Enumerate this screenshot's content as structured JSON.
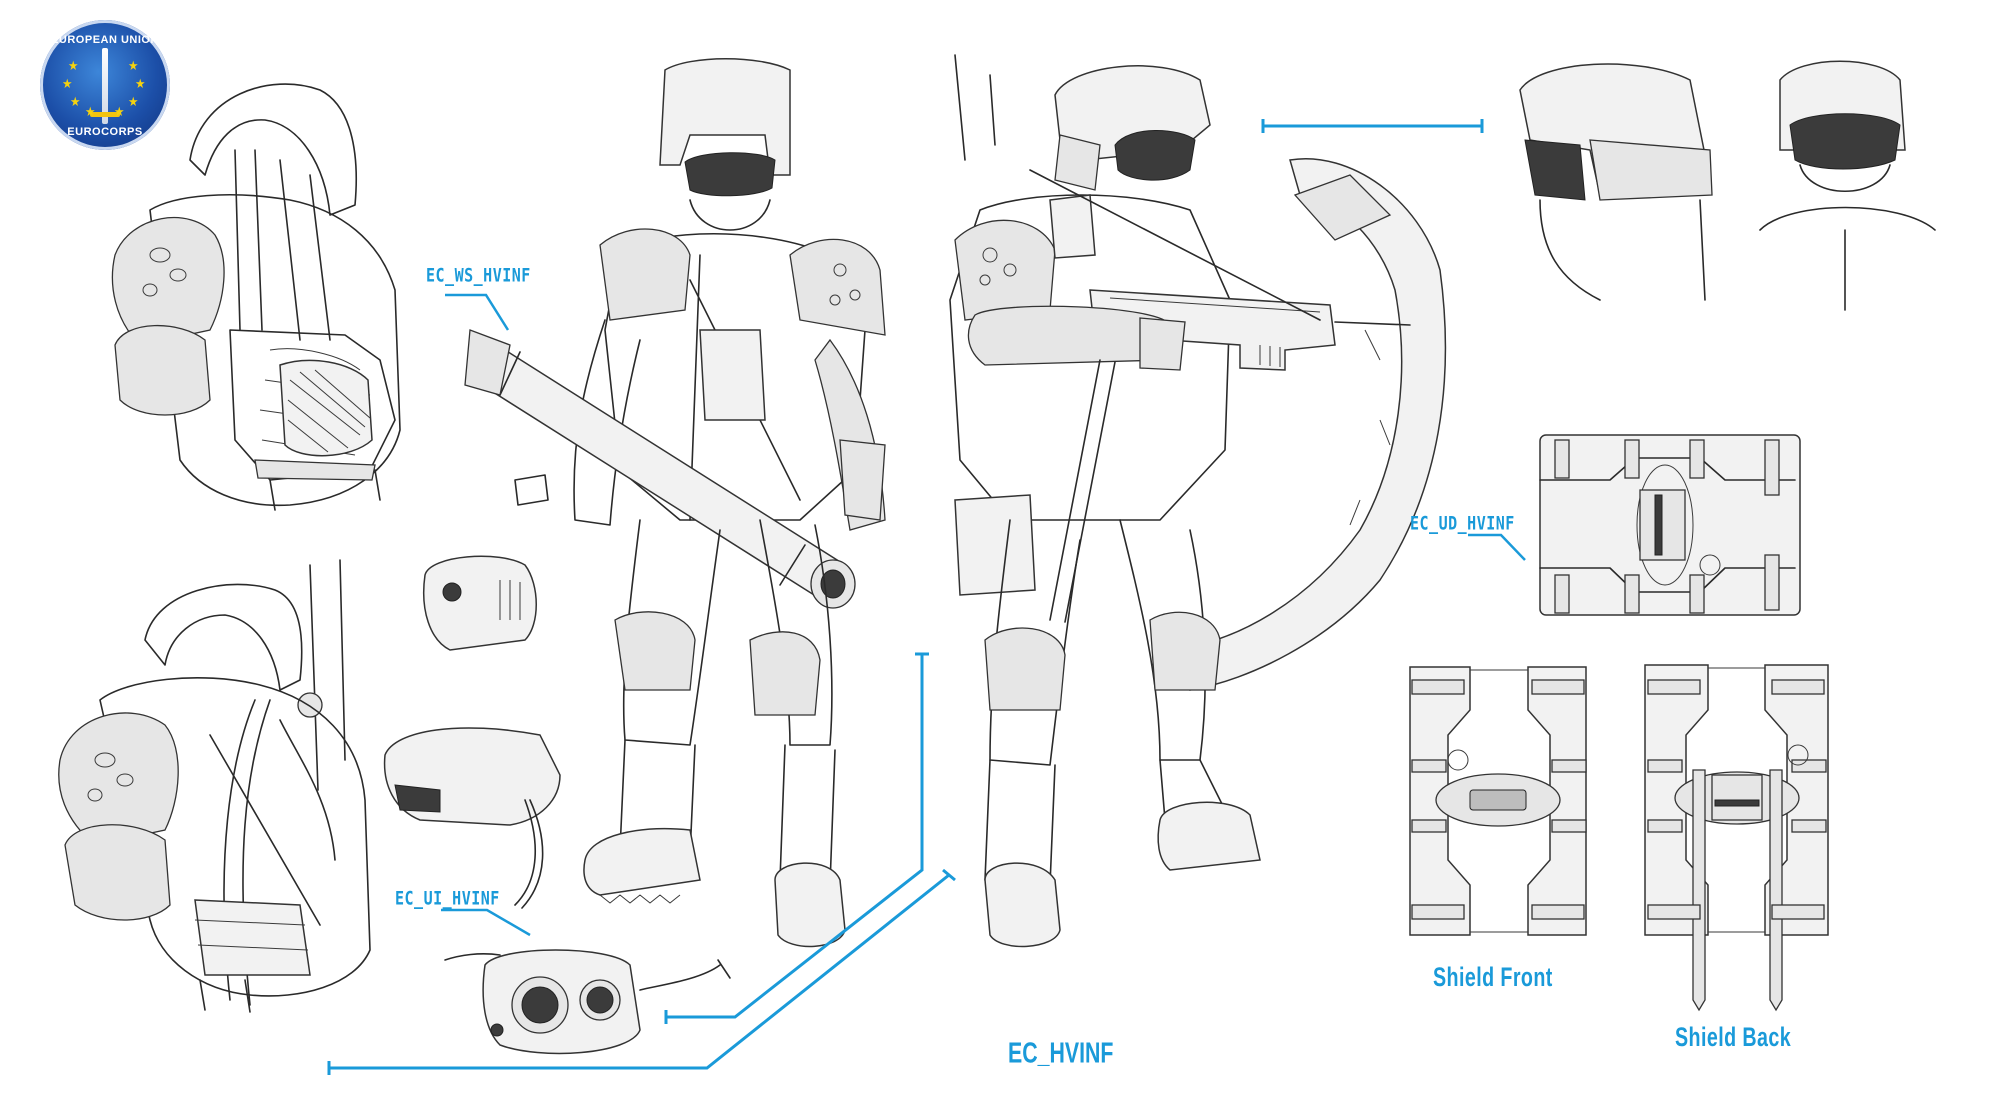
{
  "logo": {
    "top_text": "EUROPEAN UNION",
    "bottom_text": "EUROCORPS",
    "colors": {
      "disc": "#1c4fa8",
      "stars": "#f5d20f",
      "text": "#ffffff"
    }
  },
  "callout_color": "#1a9ad9",
  "labels": {
    "weapon_system": "EC_WS_HVINF",
    "user_interface": "EC_UI_HVINF",
    "unit_device": "EC_UD_HVINF",
    "main_unit": "EC_HVINF",
    "shield_front": "Shield Front",
    "shield_back": "Shield Back"
  },
  "figures": [
    {
      "id": "back-view-upper",
      "description": "Soldier back/shoulder armor detail"
    },
    {
      "id": "back-view-lower",
      "description": "Soldier back with antenna and cables"
    },
    {
      "id": "soldier-launcher",
      "description": "Soldier front view with tube launcher"
    },
    {
      "id": "soldier-rifle-shield",
      "description": "Soldier with rifle and curved shield"
    },
    {
      "id": "helmet-side",
      "description": "Helmet side view"
    },
    {
      "id": "helmet-front",
      "description": "Helmet front view"
    },
    {
      "id": "goggle-device-1",
      "description": "Sensor module top"
    },
    {
      "id": "goggle-device-2",
      "description": "Sensor module with cable"
    },
    {
      "id": "goggle-device-3",
      "description": "Night vision goggles with strap"
    },
    {
      "id": "shield-folded",
      "description": "Shield folded top view"
    },
    {
      "id": "shield-front",
      "description": "Shield front view"
    },
    {
      "id": "shield-back",
      "description": "Shield back view"
    }
  ]
}
